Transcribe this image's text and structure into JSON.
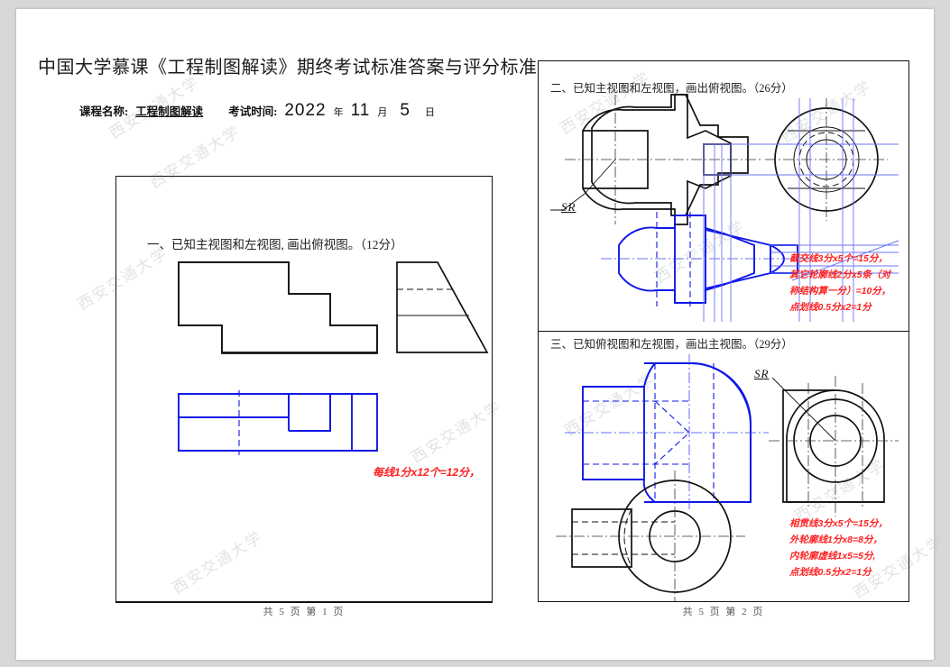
{
  "document": {
    "title": "中国大学慕课《工程制图解读》期终考试标准答案与评分标准",
    "course_label": "课程名称:",
    "course_value": "工程制图解读",
    "exam_time_label": "考试时间:",
    "exam_year": "2022",
    "year_unit": "年",
    "exam_month": "11",
    "month_unit": "月",
    "exam_day": "5",
    "day_unit": "日"
  },
  "questions": {
    "q1": {
      "title": "一、已知主视图和左视图, 画出俯视图。（12分）",
      "score_note": "每线1分x12个=12分，",
      "sr_label": ""
    },
    "q2": {
      "title": "二、已知主视图和左视图，画出俯视图。（26分）",
      "sr_label": "SR",
      "score_lines": [
        "截交线3分x5个=15分，",
        "其它轮廓线2分x5条（对",
        "称结构算一分）=10分，",
        "点划线0.5分x2=1分"
      ]
    },
    "q3": {
      "title": "三、已知俯视图和左视图，画出主视图。（29分）",
      "sr_label": "SR",
      "score_lines": [
        "相贯线3分x5个=15分，",
        "外轮廓线1分x8=8分，",
        "内轮廓虚线1x5=5分,",
        "点划线0.5分x2=1分"
      ]
    }
  },
  "footers": {
    "left": "共 5 页 第 1 页",
    "right": "共 5 页 第 2 页"
  },
  "watermark": {
    "text": "西安交通大学"
  },
  "colors": {
    "answer_blue": "#0f17e8",
    "annotation_red": "#ff2020",
    "line_black": "#111111",
    "page_bg": "#ffffff",
    "canvas_bg": "#d8d8d8"
  }
}
